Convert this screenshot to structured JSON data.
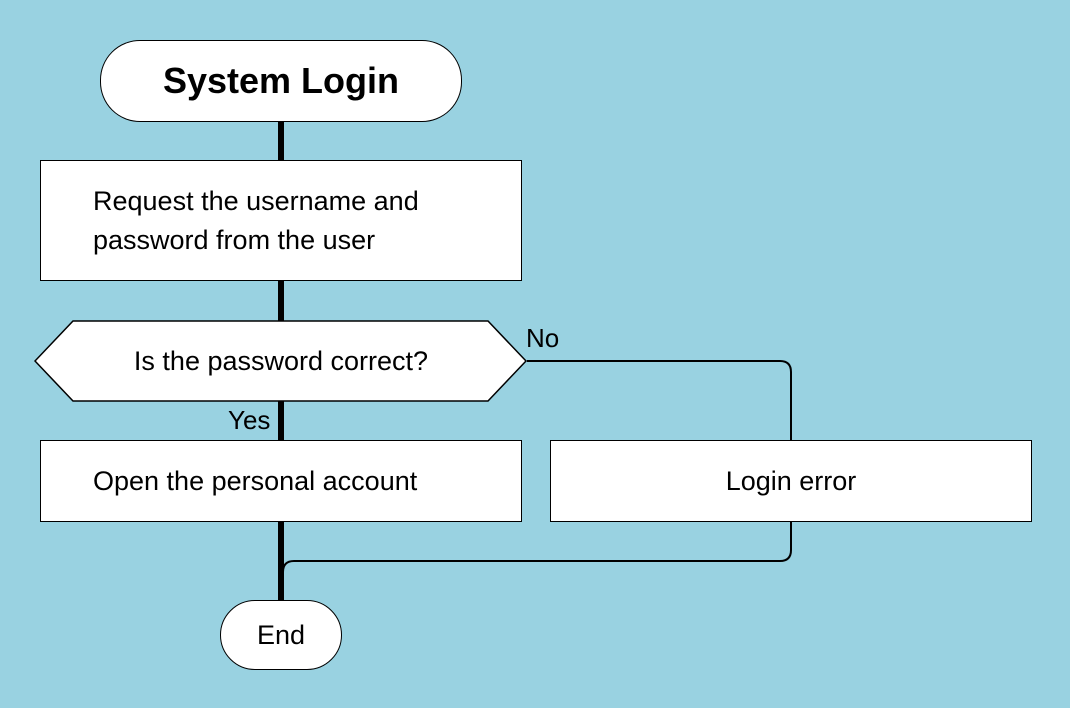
{
  "diagram": {
    "title": "System Login",
    "nodes": {
      "request": {
        "line1": "Request the username and",
        "line2": "password from the user"
      },
      "decision": "Is the password correct?",
      "open_account": "Open the personal account",
      "login_error": "Login error",
      "end": "End"
    },
    "edges": {
      "no_label": "No",
      "yes_label": "Yes"
    },
    "colors": {
      "background": "#99d2e1",
      "node_fill": "#ffffff",
      "stroke": "#000000"
    }
  }
}
